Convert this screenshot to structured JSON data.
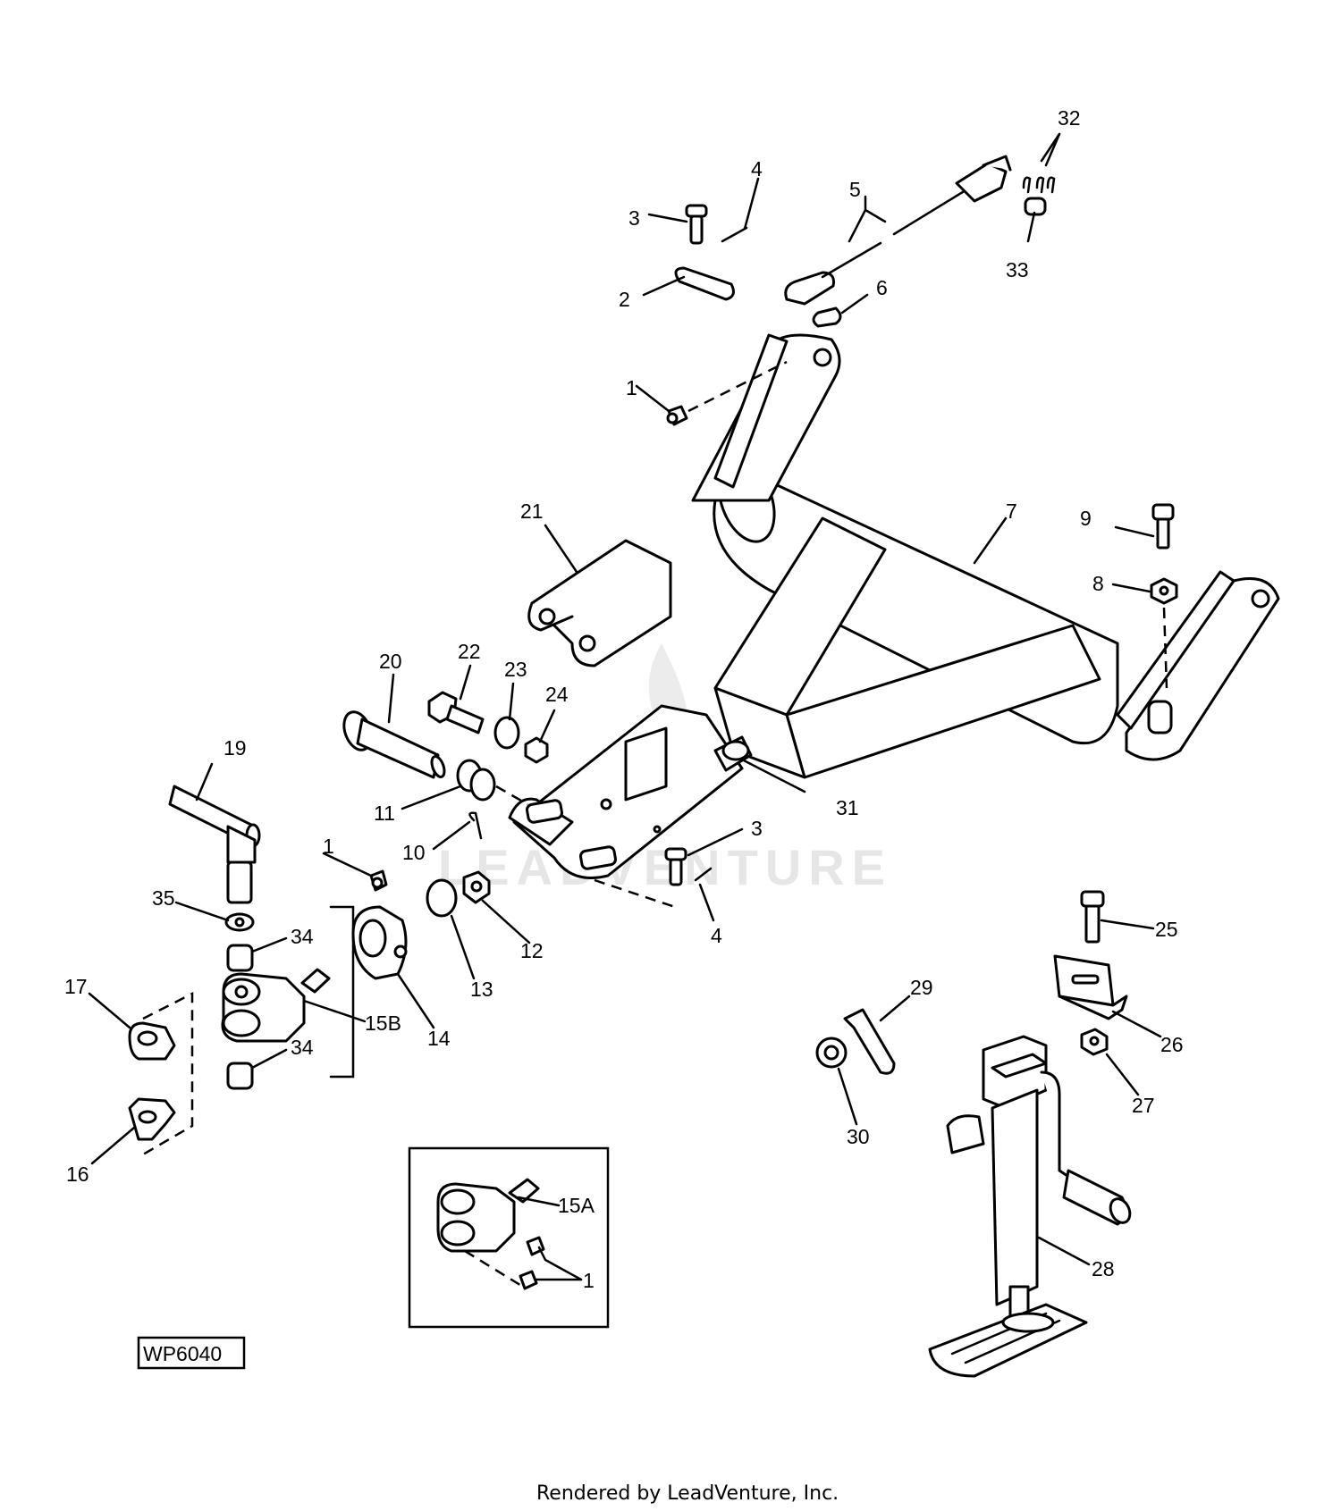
{
  "diagram": {
    "figure_code": "WP6040",
    "credit": "Rendered by LeadVenture, Inc.",
    "watermark": "LEADVENTURE",
    "labels": {
      "l1a": "1",
      "l1b": "1",
      "l1c": "1",
      "l2": "2",
      "l3a": "3",
      "l3b": "3",
      "l4a": "4",
      "l4b": "4",
      "l5": "5",
      "l6": "6",
      "l7": "7",
      "l8": "8",
      "l9": "9",
      "l10": "10",
      "l11": "11",
      "l12": "12",
      "l13": "13",
      "l14": "14",
      "l15a": "15A",
      "l15b": "15B",
      "l16": "16",
      "l17": "17",
      "l19": "19",
      "l20": "20",
      "l21": "21",
      "l22": "22",
      "l23": "23",
      "l24": "24",
      "l25": "25",
      "l26": "26",
      "l27": "27",
      "l28": "28",
      "l29": "29",
      "l30": "30",
      "l31": "31",
      "l32": "32",
      "l33": "33",
      "l34a": "34",
      "l34b": "34",
      "l35": "35"
    }
  }
}
